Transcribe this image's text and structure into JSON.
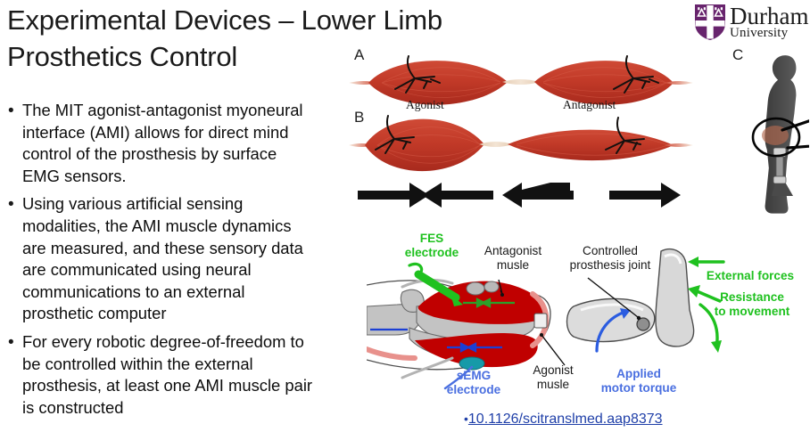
{
  "slide": {
    "title": "Experimental Devices – Lower Limb Prosthetics Control",
    "background_color": "#ffffff"
  },
  "logo": {
    "name": "Durham University",
    "main_text": "Durham",
    "sub_text": "University",
    "shield_color": "#68246D"
  },
  "bullets": [
    {
      "marker": "•",
      "text": "The MIT agonist-antagonist myoneural interface (AMI) allows for direct mind control of the prosthesis by surface EMG sensors."
    },
    {
      "marker": "•",
      "text": "Using various artificial sensing modalities, the AMI muscle dynamics are measured, and these sensory data are communicated using neural communications to an external prosthetic computer"
    },
    {
      "marker": "•",
      "text": "For every robotic degree-of-freedom to be controlled within the external prosthesis, at least one AMI muscle pair is constructed"
    }
  ],
  "figure_top": {
    "panels": [
      {
        "letter": "A"
      },
      {
        "letter": "B"
      },
      {
        "letter": "C"
      }
    ],
    "captions": [
      {
        "text": "Agonist"
      },
      {
        "text": "Antagonist"
      }
    ]
  },
  "figure_bottom": {
    "labels": [
      {
        "id": "fes-electrode",
        "lines": [
          "FES",
          "electrode"
        ],
        "color": "#1fc11f"
      },
      {
        "id": "antagonist-muscle",
        "lines": [
          "Antagonist",
          "musle"
        ],
        "color": "#1a1a1a"
      },
      {
        "id": "controlled-joint",
        "lines": [
          "Controlled",
          "prosthesis joint"
        ],
        "color": "#1a1a1a"
      },
      {
        "id": "external-forces",
        "lines": [
          "External forces"
        ],
        "color": "#1fc11f"
      },
      {
        "id": "resistance",
        "lines": [
          "Resistance",
          "to movement"
        ],
        "color": "#1fc11f"
      },
      {
        "id": "semg-electrode",
        "lines": [
          "sEMG",
          "electrode"
        ],
        "color": "#4a6fe0"
      },
      {
        "id": "agonist-muscle",
        "lines": [
          "Agonist",
          "musle"
        ],
        "color": "#1a1a1a"
      },
      {
        "id": "applied-torque",
        "lines": [
          "Applied",
          "motor torque"
        ],
        "color": "#4a6fe0"
      }
    ]
  },
  "citation": {
    "marker": "•",
    "doi": "10.1126/scitranslmed.aap8373",
    "color": "#1f3fa8"
  },
  "colors": {
    "muscle_red": "#c3392c",
    "muscle_dark_red": "#c00000",
    "body_grey": "#4a4a4a",
    "green_accent": "#1fc11f",
    "blue_accent": "#4a6fe0",
    "durham_purple": "#68246D",
    "link_blue": "#1f3fa8"
  }
}
